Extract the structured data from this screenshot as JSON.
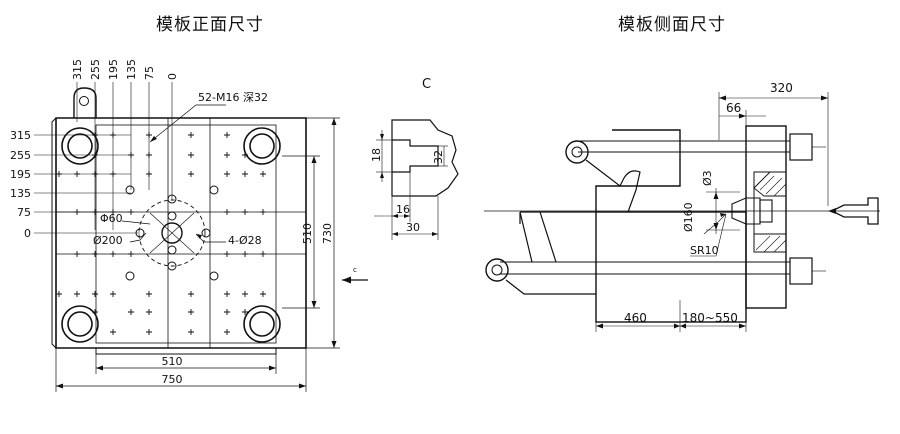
{
  "titles": {
    "front": "模板正面尺寸",
    "side": "模板侧面尺寸"
  },
  "front_view": {
    "top_labels": [
      "315",
      "255",
      "195",
      "135",
      "75",
      "0"
    ],
    "left_labels": [
      "315",
      "255",
      "195",
      "135",
      "75",
      "0"
    ],
    "hole_note": "52-M16 深32",
    "phi60": "Φ60",
    "phi200": "Ø200",
    "holes_28": "4-Ø28",
    "dim_inner_h": "510",
    "dim_outer_h": "730",
    "dim_inner_w": "510",
    "dim_outer_w": "750",
    "section_arrow": "c"
  },
  "detail_c": {
    "label": "C",
    "dim_18": "18",
    "dim_32": "32",
    "dim_16": "16",
    "dim_30": "30"
  },
  "side_view": {
    "dim_320": "320",
    "dim_66": "66",
    "dim_phi3": "Ø3",
    "dim_phi160": "Ø160",
    "dim_sr10": "SR10",
    "dim_460": "460",
    "dim_stroke": "180~550"
  },
  "colors": {
    "line": "#111111",
    "paper": "#ffffff"
  }
}
